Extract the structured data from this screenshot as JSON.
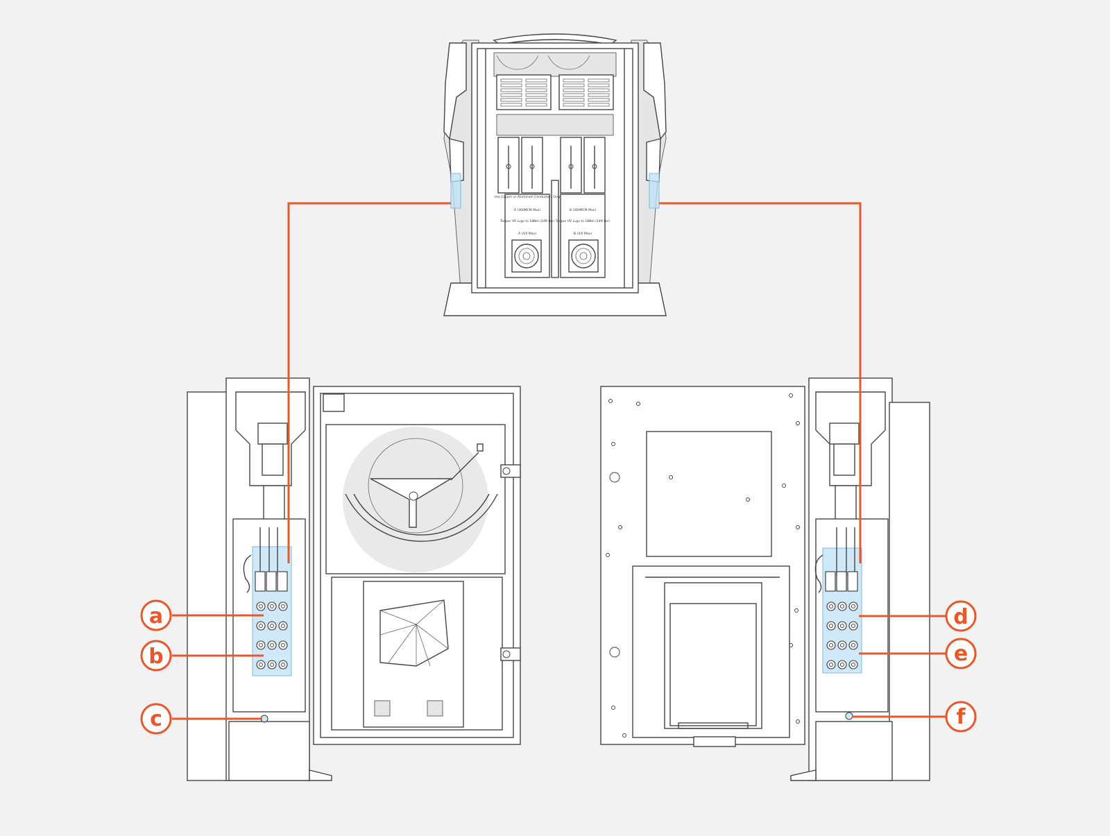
{
  "colors": {
    "background": "#f2f2f2",
    "accent": "#e8582a",
    "highlight": "#bfe1f7",
    "line": "#444444"
  },
  "top_unit": {
    "label_conductors": "Use Copper or Aluminum Conductors Only",
    "label_a_main": "A (300MCM Max)",
    "label_b_main": "B (300MCM Max)",
    "label_torque_a": "Torque HV Lugs to 18Nm (14ft-lbs)",
    "label_torque_b": "Torque HV Lugs to 18Nm (14ft-lbs)",
    "label_a_small": "A (4/0 Max)",
    "label_b_small": "B (4/0 Max)"
  },
  "callouts": [
    {
      "id": "a",
      "letter": "a"
    },
    {
      "id": "b",
      "letter": "b"
    },
    {
      "id": "c",
      "letter": "c"
    },
    {
      "id": "d",
      "letter": "d"
    },
    {
      "id": "e",
      "letter": "e"
    },
    {
      "id": "f",
      "letter": "f"
    }
  ]
}
